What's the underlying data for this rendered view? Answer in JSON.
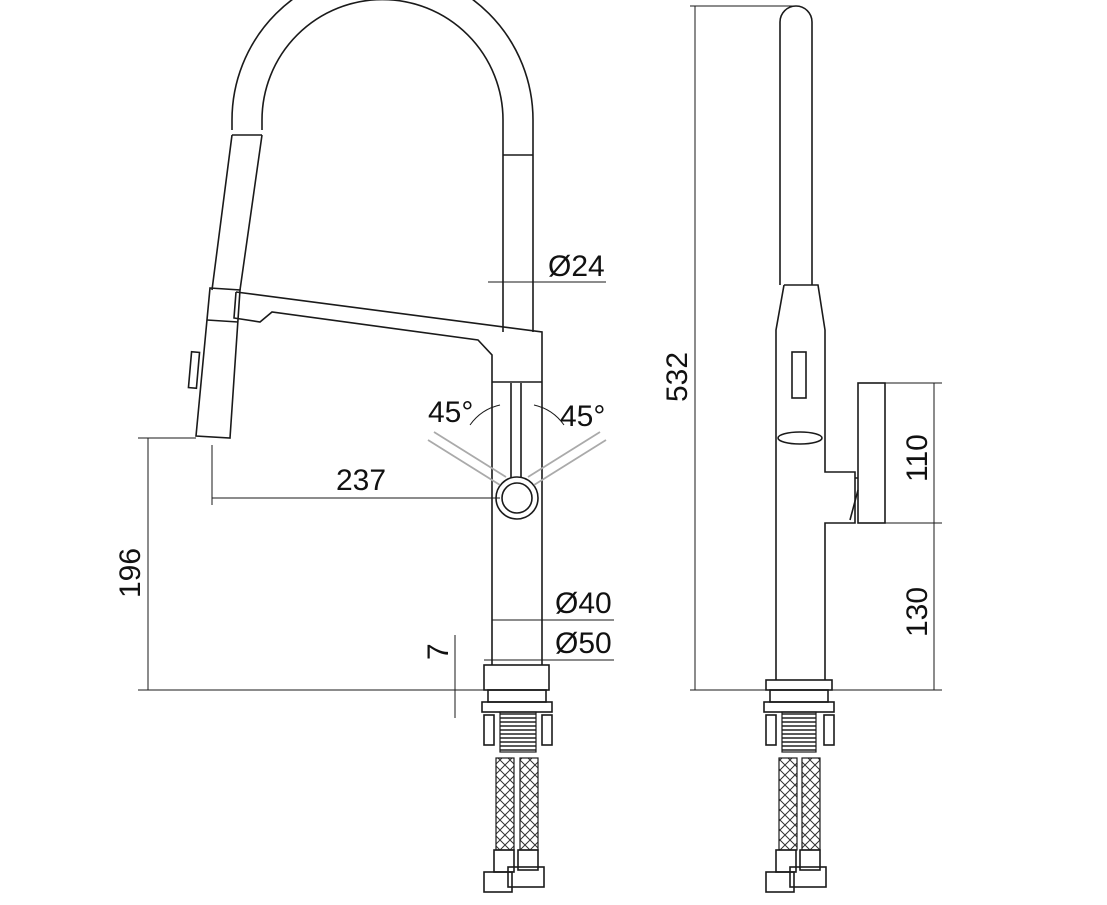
{
  "drawing": {
    "front_view": {
      "spout_diameter": "Ø24",
      "lever_angle_left": "45°",
      "lever_angle_right": "45°",
      "reach": "237",
      "spout_height": "196",
      "body_diameter": "Ø40",
      "base_diameter": "Ø50",
      "base_thickness": "7"
    },
    "side_view": {
      "total_height": "532",
      "handle_height": "110",
      "handle_position": "130"
    },
    "colors": {
      "line": "#1a1a1a",
      "ghost_lever": "#aaaaaa"
    }
  }
}
